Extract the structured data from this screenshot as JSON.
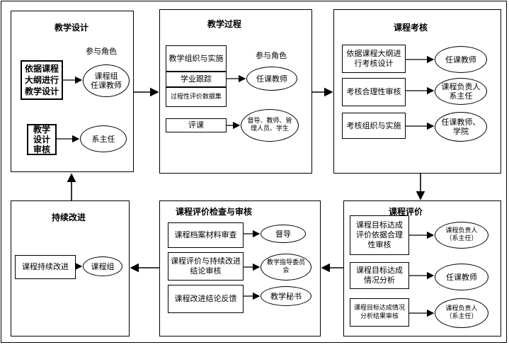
{
  "panels": {
    "design": {
      "title": "教学设计",
      "role_label": "参与角色",
      "box1": "依据课程大纲进行教学设计",
      "ellipse1": "课程组\n任课教师",
      "box2": "教学设计审核",
      "ellipse2": "系主任"
    },
    "process": {
      "title": "教学过程",
      "role_label": "参与角色",
      "box1": "教学组织与实施",
      "box2": "学业跟踪",
      "box3": "过程性评价数据集",
      "ellipse1": "任课教师",
      "box4": "评课",
      "ellipse2": "督导、教师、管理人员、学生"
    },
    "assessment": {
      "title": "课程考核",
      "box1": "依据课程大纲进行考核设计",
      "ellipse1": "任课教师",
      "box2": "考核合理性审核",
      "ellipse2": "课程负责人系主任",
      "box3": "考核组织与实施",
      "ellipse3": "任课教师、学院"
    },
    "evaluation": {
      "title": "课程评价",
      "box1": "课程目标达成评价依据合理性审核",
      "ellipse1": "课程负责人（系主任）",
      "box2": "课程目标达成情况分析",
      "ellipse2": "任课教师",
      "box3": "课程目标达成情况分析结果审核",
      "ellipse3": "课程负责人（系主任）"
    },
    "review": {
      "title": "课程评价检查与审核",
      "box1": "课程档案材料审查",
      "ellipse1": "督导",
      "box2": "课程评价与持续改进结论审核",
      "ellipse2": "教学指导委员会",
      "box3": "课程改进结论反馈",
      "ellipse3": "教学秘书"
    },
    "improve": {
      "title": "持续改进",
      "box1": "课程持续改进",
      "ellipse1": "课程组"
    }
  }
}
